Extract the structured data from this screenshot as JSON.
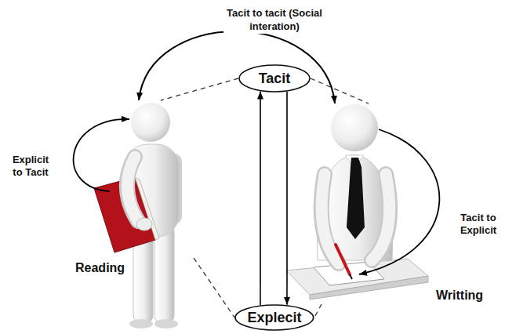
{
  "diagram": {
    "nodes": [
      {
        "text": [
          "Tacit"
        ]
      },
      {
        "text": [
          "Reading"
        ]
      },
      {
        "text": [
          "Writting"
        ]
      },
      {
        "text": [
          "Explecit"
        ]
      }
    ],
    "edges": [
      {
        "from": 1,
        "to": 2,
        "label": "Tacit to tacit (Social interation)",
        "arrow": "both"
      },
      {
        "from": 3,
        "to": 0,
        "arrow": "to"
      },
      {
        "from": 0,
        "to": 3,
        "arrow": "to"
      },
      {
        "from": 0,
        "to": 1,
        "arrow": "none"
      },
      {
        "from": 0,
        "to": 2,
        "arrow": "none"
      },
      {
        "from": 1,
        "to": 3,
        "arrow": "none"
      },
      {
        "from": 2,
        "to": 3,
        "arrow": "none"
      }
    ],
    "labels": [
      "Explicit to Tacit",
      "Tacit to Explicit"
    ]
  }
}
